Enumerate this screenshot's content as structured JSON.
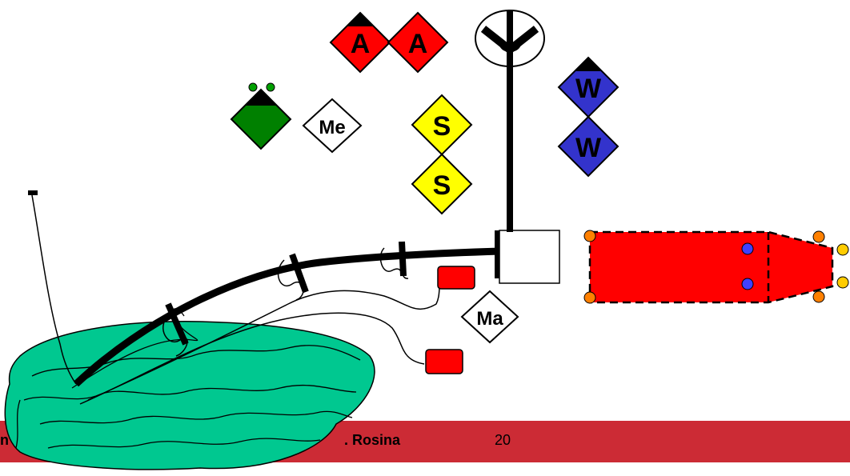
{
  "footer": {
    "left_text": "n",
    "author_text": ". Rosina",
    "page_number": "20"
  },
  "symbols": {
    "a_label": "A",
    "me_label": "Me",
    "s_label": "S",
    "w_label": "W",
    "ma_label": "Ma"
  },
  "colors": {
    "footer_band": "#cc2b35",
    "island_fill": "#00c890",
    "red_symbol": "#ff0000",
    "green_symbol": "#008000",
    "yellow_symbol": "#ffff00",
    "blue_symbol": "#3333cc",
    "dot_orange": "#ff8000",
    "dot_yellow": "#ffcc00",
    "dot_blue": "#4040ff",
    "dot_green": "#00a000"
  }
}
